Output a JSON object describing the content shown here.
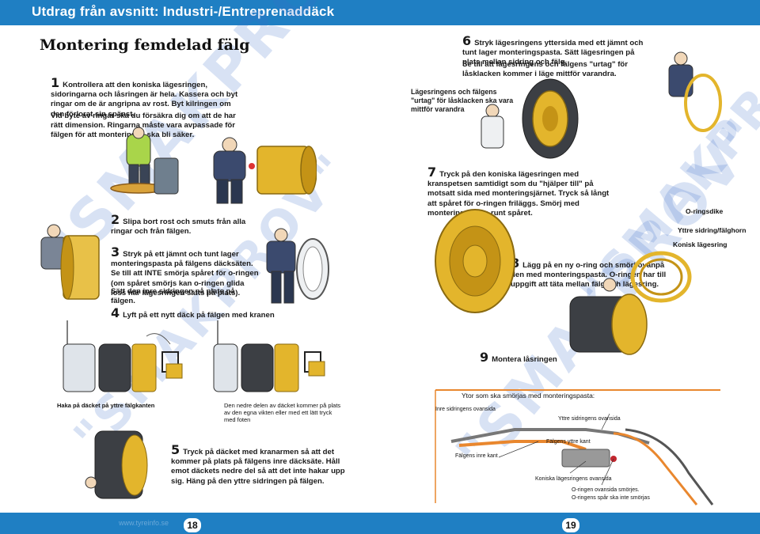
{
  "header": {
    "title": "Utdrag från avsnitt: Industri-/Entreprenaddäck"
  },
  "page_title": "Montering femdelad fälg",
  "steps": {
    "s1": {
      "num": "1",
      "text": "Kontrollera att den koniska lägesringen, sidoringarna och låsringen är hela. Kassera och byt ringar om de är angripna av rost. Byt kilringen om den förlorat sin spänst.",
      "text2": "Vid byte av ringar ska du försäkra dig om att de har rätt dimension. Ringarna måste vara avpassade för fälgen för att monteringen ska bli säker."
    },
    "s2": {
      "num": "2",
      "text": "Slipa bort rost och smuts från alla ringar och från fälgen."
    },
    "s3": {
      "num": "3",
      "text": "Stryk på ett jämnt och tunt lager monteringspasta på fälgens däcksäten. Se till att INTE smörja spåret för o-ringen (om spåret smörjs kan o-ringen glida loss när lägesringen sätts på plats).",
      "text2": "Sätt den inre sidringen på plats på fälgen."
    },
    "s4": {
      "num": "4",
      "text": "Lyft på ett nytt däck på fälgen med kranen"
    },
    "s5": {
      "num": "5",
      "text": "Tryck på däcket med kranarmen så att det kommer på plats på fälgens inre däcksäte. Håll emot däckets nedre del så att det inte hakar upp sig. Häng på den yttre sidringen på fälgen."
    },
    "s6": {
      "num": "6",
      "text": "Stryk lägesringens yttersida med ett jämnt och tunt lager monteringspasta. Sätt lägesringen på plats mellan sidring och fälg.",
      "text2": "Se till att lägesringens och fälgens \"urtag\" för låsklacken kommer i läge mittför varandra."
    },
    "s7": {
      "num": "7",
      "text": "Tryck på den koniska lägesringen med kranspetsen samtidigt som du \"hjälper till\" på motsatt sida med monteringsjärnet. Tryck så långt att spåret för o-ringen friläggs. Smörj med monteringspasta runt spåret."
    },
    "s8": {
      "num": "8",
      "text": "Lägg på en ny o-ring och smörj ovanpå den med monteringspasta. O-ringen har till uppgift att täta mellan fälg och lägesring."
    },
    "s9": {
      "num": "9",
      "text": "Montera låsringen"
    }
  },
  "captions": {
    "urtag": "Lägesringens och fälgens \"urtag\" för låsklacken ska vara mittför varandra",
    "haka": "Haka på däcket på yttre fälgkanten",
    "nedre": "Den nedre delen av däcket kommer på plats av den egna vikten eller med ett lätt tryck med foten"
  },
  "ring_labels": {
    "oring": "O-ringsdike",
    "yttre": "Yttre sidring/fälghorn",
    "konisk": "Konisk lägesring"
  },
  "diagram": {
    "title": "Ytor som ska smörjas med monteringspasta:",
    "inre_sidring": "Inre sidringens ovansida",
    "yttre_sidring": "Yttre sidringens ovansida",
    "falgens_yttre": "Fälgens yttre kant",
    "falgens_inre": "Fälgens inre kant",
    "konisk": "Koniska lägesringens ovansida",
    "oring1": "O-ringen ovansida smörjes.",
    "oring2": "O-ringens spår ska inte smörjas"
  },
  "watermarks": {
    "w1": "\"SMAKPROV\"",
    "w2": "\"SMAKPROV\"",
    "w3": "\"SMAKPROV\"",
    "w4": "\"SMAKPROV\""
  },
  "footer": {
    "page_left": "18",
    "page_right": "19",
    "footer_text": "www.tyreinfo.se"
  },
  "colors": {
    "brand_blue": "#1f7fc3",
    "rim_yellow": "#e3b52c",
    "lube_orange": "#e9872e"
  }
}
